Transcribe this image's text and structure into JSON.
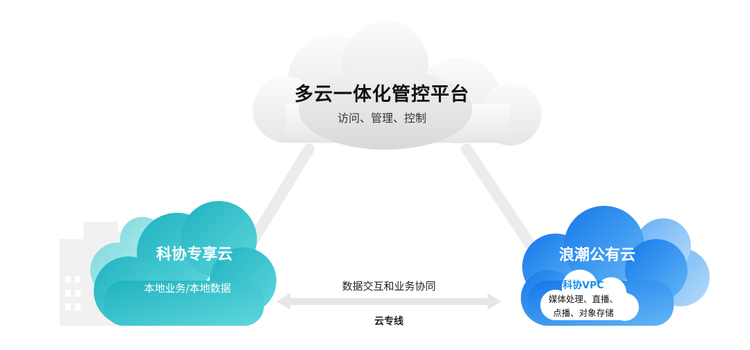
{
  "platform": {
    "title": "多云一体化管控平台",
    "subtitle": "访问、管理、控制"
  },
  "private_cloud": {
    "title": "科协专享云",
    "subtitle": "本地业务/本地数据",
    "color": "#2bbfcb"
  },
  "public_cloud": {
    "title": "浪潮公有云",
    "color": "#2a8ff0",
    "vpc": {
      "title": "科协VPC",
      "line1": "媒体处理、直播、",
      "line2": "点播、对象存储"
    }
  },
  "link": {
    "label": "数据交互和业务协同",
    "sublabel": "云专线"
  }
}
